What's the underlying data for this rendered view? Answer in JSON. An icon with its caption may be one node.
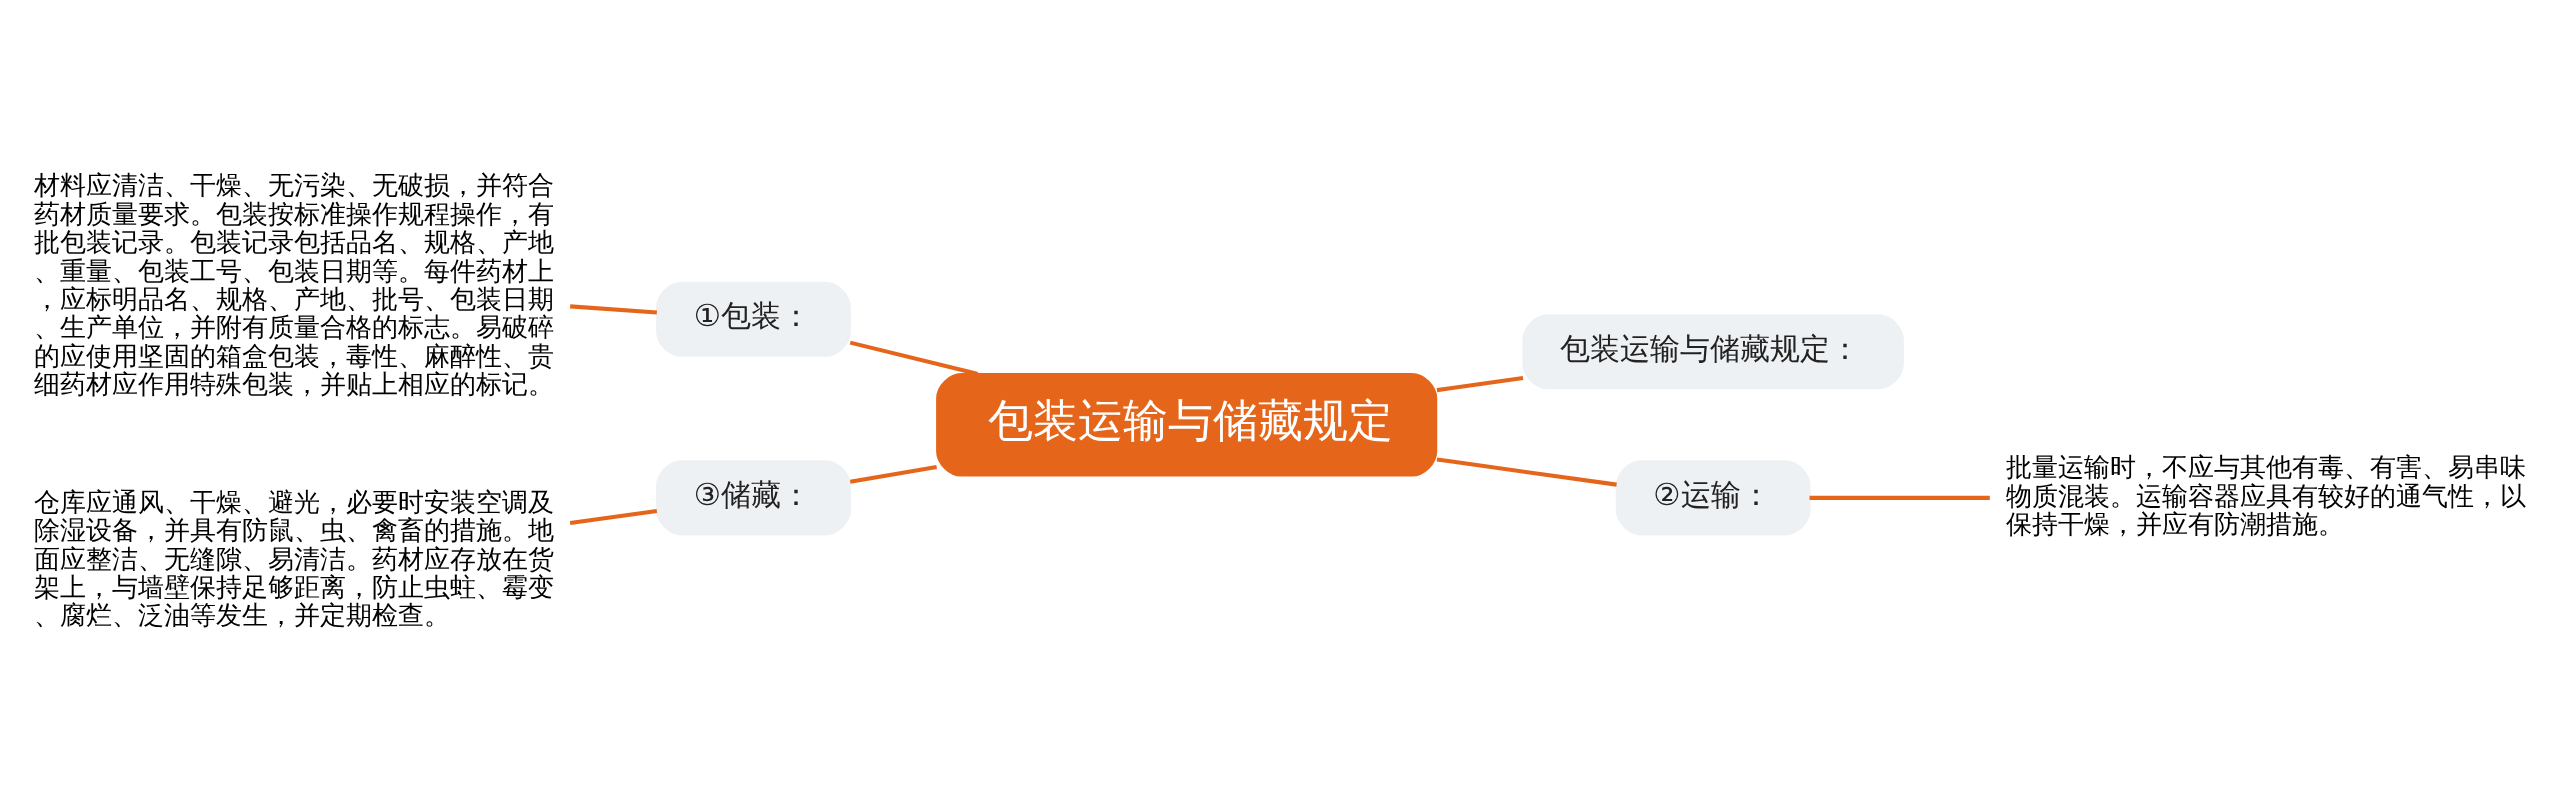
{
  "diagram": {
    "nodes": [
      {
        "text": [
          "包装运输与储藏规定"
        ]
      },
      {
        "text": [
          "①包装："
        ]
      },
      {
        "text": [
          "材料应清洁、干燥、无污染、无破损，并符合药材质量要求。包装按标准操作规程操作，有批包装记录。包装记录包括品名、规格、产地、重量、包装工号、包装日期等。每件药材上，应标明品名、规格、产地、批号、包装日期、生产单位，并附有质量合格的标志。易破碎的应使用坚固的箱盒包装，毒性、麻醉性、贵细药材应作用特殊包装，并贴上相应的标记。"
        ]
      },
      {
        "text": [
          "包装运输与储藏规定："
        ]
      },
      {
        "text": [
          "②运输："
        ]
      },
      {
        "text": [
          "批量运输时，不应与其他有毒、有害、易串味物质混装。运输容器应具有较好的通气性，以保持干燥，并应有防潮措施。"
        ]
      },
      {
        "text": [
          "③储藏："
        ]
      },
      {
        "text": [
          "仓库应通风、干燥、避光，必要时安装空调及除湿设备，并具有防鼠、虫、禽畜的措施。地面应整洁、无缝隙、易清洁。药材应存放在货架上，与墙壁保持足够距离，防止虫蛀、霉变、腐烂、泛油等发生，并定期检查。"
        ]
      }
    ],
    "edges": [
      {
        "from": 2,
        "to": 1,
        "arrow": "none"
      },
      {
        "from": 1,
        "to": 0,
        "arrow": "none"
      },
      {
        "from": 0,
        "to": 3,
        "arrow": "none"
      },
      {
        "from": 0,
        "to": 4,
        "arrow": "none"
      },
      {
        "from": 4,
        "to": 5,
        "arrow": "none"
      },
      {
        "from": 7,
        "to": 6,
        "arrow": "none"
      },
      {
        "from": 6,
        "to": 0,
        "arrow": "none"
      }
    ]
  }
}
